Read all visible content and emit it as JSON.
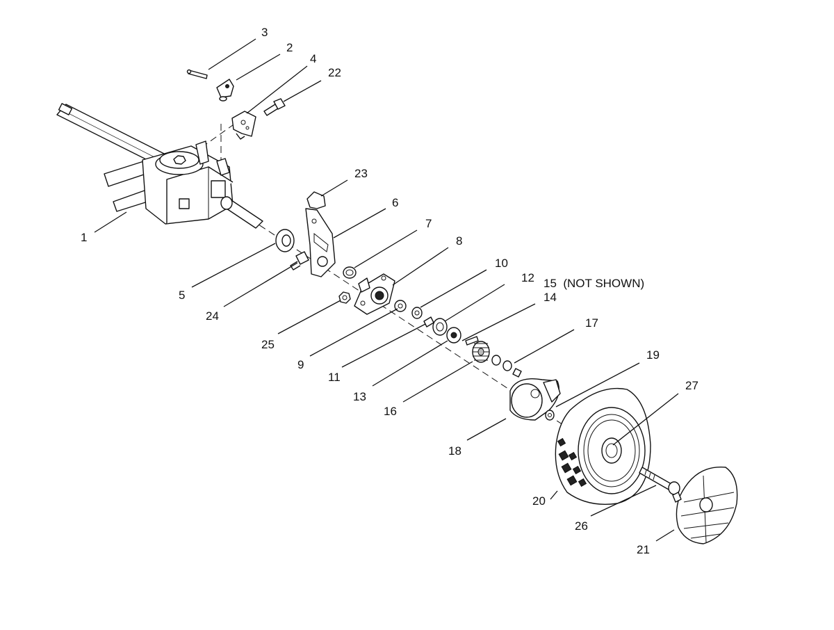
{
  "callouts": [
    {
      "id": "c1",
      "text": "1"
    },
    {
      "id": "c2",
      "text": "2"
    },
    {
      "id": "c3",
      "text": "3"
    },
    {
      "id": "c4",
      "text": "4"
    },
    {
      "id": "c5",
      "text": "5"
    },
    {
      "id": "c6",
      "text": "6"
    },
    {
      "id": "c7",
      "text": "7"
    },
    {
      "id": "c8",
      "text": "8"
    },
    {
      "id": "c9",
      "text": "9"
    },
    {
      "id": "c10",
      "text": "10"
    },
    {
      "id": "c11",
      "text": "11"
    },
    {
      "id": "c12",
      "text": "12"
    },
    {
      "id": "c13",
      "text": "13"
    },
    {
      "id": "c14",
      "text": "14"
    },
    {
      "id": "c15",
      "text": "15  (NOT SHOWN)"
    },
    {
      "id": "c16",
      "text": "16"
    },
    {
      "id": "c17",
      "text": "17"
    },
    {
      "id": "c18",
      "text": "18"
    },
    {
      "id": "c19",
      "text": "19"
    },
    {
      "id": "c20",
      "text": "20"
    },
    {
      "id": "c21",
      "text": "21"
    },
    {
      "id": "c22",
      "text": "22"
    },
    {
      "id": "c23",
      "text": "23"
    },
    {
      "id": "c24",
      "text": "24"
    },
    {
      "id": "c25",
      "text": "25"
    },
    {
      "id": "c26",
      "text": "26"
    },
    {
      "id": "c27",
      "text": "27"
    }
  ]
}
